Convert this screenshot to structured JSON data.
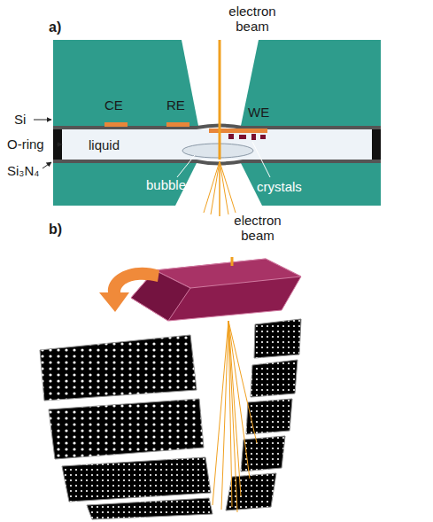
{
  "diagram": {
    "labels": [
      "a)",
      "electron beam",
      "Si",
      "O-ring",
      "Si₃N₄",
      "CE",
      "RE",
      "WE",
      "liquid",
      "bubble",
      "crystals",
      "b)",
      "electron beam"
    ]
  }
}
